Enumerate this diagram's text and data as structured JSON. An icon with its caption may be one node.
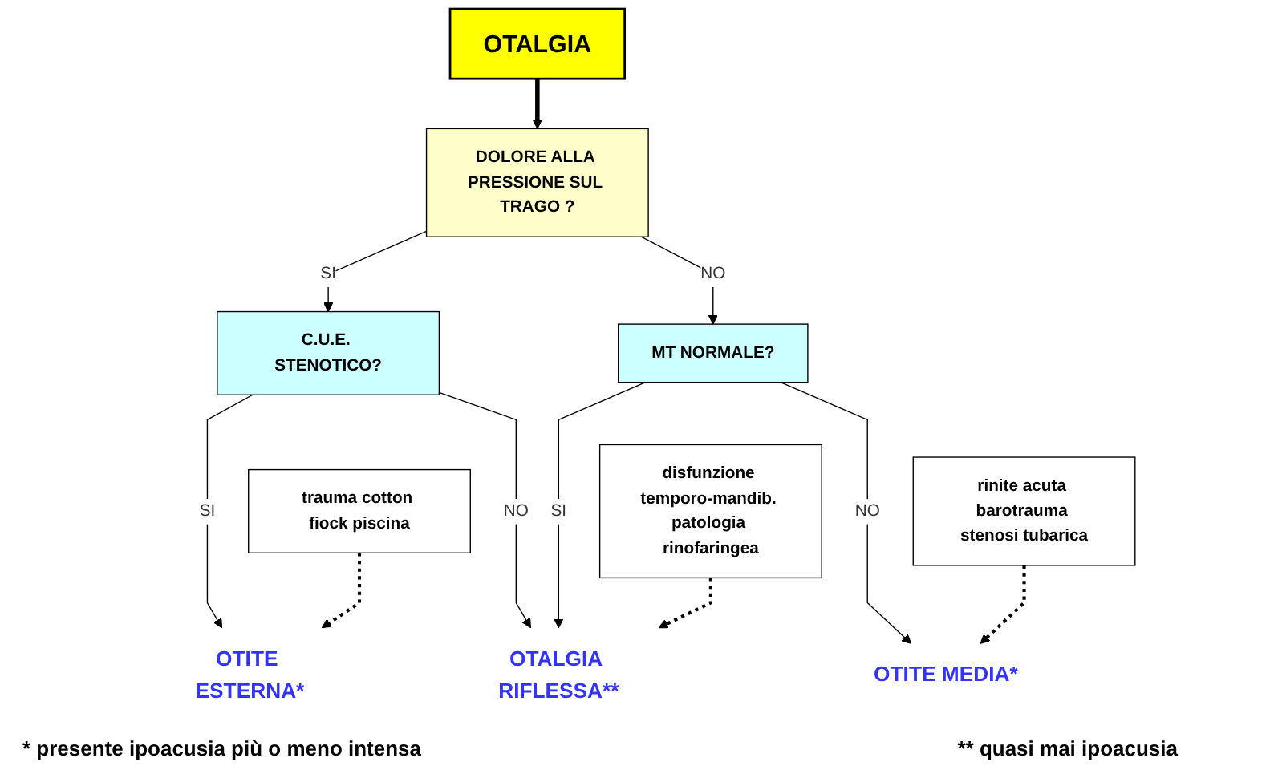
{
  "diagram": {
    "nodes": [
      {
        "text": [
          "OTALGIA"
        ]
      },
      {
        "text": [
          "DOLORE ALLA PRESSIONE SUL TRAGO ?"
        ]
      },
      {
        "text": [
          "C.U.E. STENOTICO?"
        ]
      },
      {
        "text": [
          "MT NORMALE?"
        ]
      },
      {
        "text": [
          "OTITE ESTERNA*"
        ]
      },
      {
        "text": [
          "OTALGIA RIFLESSA**"
        ]
      },
      {
        "text": [
          "OTITE MEDIA*"
        ]
      },
      {
        "text": [
          "trauma cotton fiock piscina"
        ]
      },
      {
        "text": [
          "disfunzione temporo-mandib. patologia rinofaringea"
        ]
      },
      {
        "text": [
          "rinite acuta barotrauma stenosi tubarica"
        ]
      }
    ],
    "edges": [
      {
        "from": 0,
        "to": 1,
        "arrow": "to",
        "style": "thick"
      },
      {
        "from": 1,
        "to": 2,
        "arrow": "to",
        "label": "SI"
      },
      {
        "from": 1,
        "to": 3,
        "arrow": "to",
        "label": "NO"
      },
      {
        "from": 2,
        "to": 4,
        "arrow": "to",
        "label": "SI"
      },
      {
        "from": 2,
        "to": 5,
        "arrow": "to",
        "label": "NO"
      },
      {
        "from": 3,
        "to": 5,
        "arrow": "to",
        "label": "SI"
      },
      {
        "from": 3,
        "to": 6,
        "arrow": "to",
        "label": "NO"
      },
      {
        "from": 7,
        "to": 4,
        "arrow": "to",
        "style": "dashed"
      },
      {
        "from": 8,
        "to": 5,
        "arrow": "to",
        "style": "dashed"
      },
      {
        "from": 9,
        "to": 6,
        "arrow": "to",
        "style": "dashed"
      }
    ],
    "labels": [
      "* presente ipoacusia più o meno intensa",
      "** quasi mai ipoacusia"
    ]
  }
}
